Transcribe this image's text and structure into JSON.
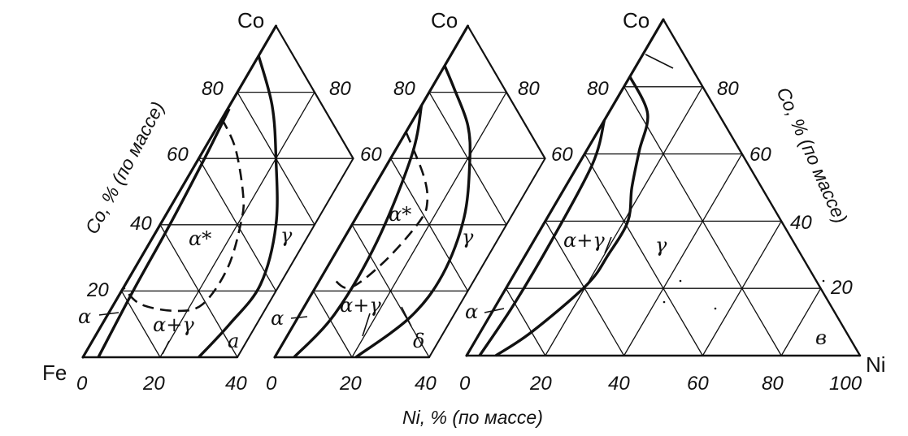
{
  "elements": {
    "fe": "Fe",
    "co": "Co",
    "ni": "Ni"
  },
  "axes": {
    "co_label": "Co, % (по массе)",
    "ni_label": "Ni, % (по массе)"
  },
  "ticks": {
    "p1_left": [
      "20",
      "40",
      "60",
      "80"
    ],
    "p1_right": [
      "80",
      "60"
    ],
    "p2_left": [
      "80"
    ],
    "p2_right": [
      "80",
      "60"
    ],
    "p3_left": [
      "80"
    ],
    "p3_right": [
      "80",
      "60",
      "40",
      "20"
    ],
    "p1_bottom": [
      "0",
      "20",
      "40"
    ],
    "p2_bottom": [
      "0",
      "20",
      "40"
    ],
    "p3_bottom": [
      "0",
      "20",
      "40",
      "60",
      "80",
      "100"
    ]
  },
  "phases": {
    "alpha": "α",
    "alpha_star": "α*",
    "gamma": "γ",
    "alpha_gamma": "α+γ",
    "p1_extra": "a",
    "p2_extra": "δ",
    "p3_extra": "в"
  },
  "curves_ni_co_percent": {
    "p1_alpha_boundary": [
      [
        4,
        0
      ],
      [
        3,
        20
      ],
      [
        2.5,
        40
      ],
      [
        1.5,
        60
      ],
      [
        0.4,
        75
      ]
    ],
    "p1_gamma_boundary": [
      [
        0,
        91
      ],
      [
        11,
        76
      ],
      [
        20,
        60
      ],
      [
        30,
        40
      ],
      [
        35,
        22
      ],
      [
        33,
        10
      ],
      [
        30,
        0
      ]
    ],
    "p1_alpha_star_dashed": [
      [
        0,
        72
      ],
      [
        8,
        63
      ],
      [
        17,
        49
      ],
      [
        20.5,
        41
      ],
      [
        24,
        27
      ],
      [
        23,
        16
      ],
      [
        17,
        14
      ],
      [
        7,
        16
      ],
      [
        0,
        21
      ]
    ],
    "p2_alpha_boundary": [
      [
        5,
        0
      ],
      [
        9,
        13
      ],
      [
        9,
        35
      ],
      [
        5,
        61
      ],
      [
        0,
        76
      ]
    ],
    "p2_gamma_boundary": [
      [
        0,
        88
      ],
      [
        6,
        81
      ],
      [
        15,
        70
      ],
      [
        21,
        59
      ],
      [
        28,
        42
      ],
      [
        31,
        25
      ],
      [
        29,
        12
      ],
      [
        21,
        0
      ]
    ],
    "p2_alpha_star_dashed": [
      [
        0,
        68
      ],
      [
        11,
        55
      ],
      [
        16,
        47
      ],
      [
        17,
        41
      ],
      [
        14,
        29
      ],
      [
        9,
        21
      ],
      [
        3,
        24
      ]
    ],
    "p3_alpha_boundary": [
      [
        3.3,
        0
      ],
      [
        4.4,
        15
      ],
      [
        4.5,
        34
      ],
      [
        3.5,
        57
      ],
      [
        0,
        70
      ]
    ],
    "p3_gamma_boundary": [
      [
        0,
        83
      ],
      [
        10,
        72
      ],
      [
        13.4,
        61
      ],
      [
        17,
        50
      ],
      [
        21,
        40
      ],
      [
        21,
        30
      ],
      [
        20,
        21
      ],
      [
        13,
        7
      ],
      [
        7.4,
        0
      ]
    ]
  }
}
